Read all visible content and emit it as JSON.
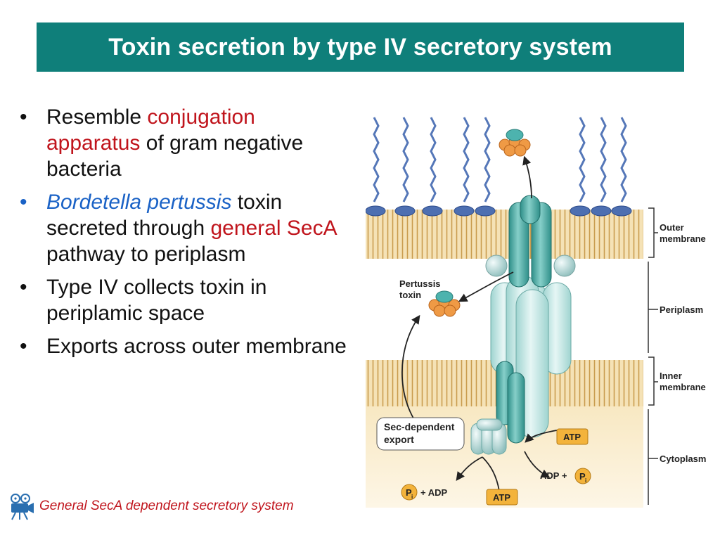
{
  "title": "Toxin secretion by type IV secretory system",
  "bullets": [
    {
      "pre": "Resemble ",
      "red": "conjugation apparatus",
      "post": " of gram negative bacteria"
    },
    {
      "blue": "Bordetella pertussis",
      "post1": " toxin secreted through ",
      "red": "general SecA",
      "post2": " pathway to periplasm"
    },
    {
      "text": "Type IV collects toxin in periplamic space"
    },
    {
      "text": "Exports across outer membrane"
    }
  ],
  "bullet_char": "•",
  "footer": {
    "text": "General SecA dependent secretory system",
    "icon": "film-projector-icon"
  },
  "diagram": {
    "labels": {
      "outer_line1": "Outer",
      "outer_line2": "membrane",
      "periplasm": "Periplasm",
      "inner_line1": "Inner",
      "inner_line2": "membrane",
      "cytoplasm": "Cytoplasm",
      "toxin_line1": "Pertussis",
      "toxin_line2": "toxin",
      "sec_line1": "Sec-dependent",
      "sec_line2": "export",
      "atp_right": "ATP",
      "adp_right": "ADP +",
      "p_right": "P",
      "p_left": "P",
      "adp_left": "+ ADP",
      "atp_bottom": "ATP",
      "sub_i": "i"
    },
    "colors": {
      "title_bar": "#0f7f7a",
      "cytoplasm": "#f8e8c2",
      "membrane_head": "#d9b46e",
      "channel": "#5fb9b3",
      "lps": "#5577b8",
      "toxin": "#ef9a45",
      "atp_badge": "#f3b33b",
      "red_text": "#c0141c",
      "blue_text": "#1a62c6"
    }
  }
}
